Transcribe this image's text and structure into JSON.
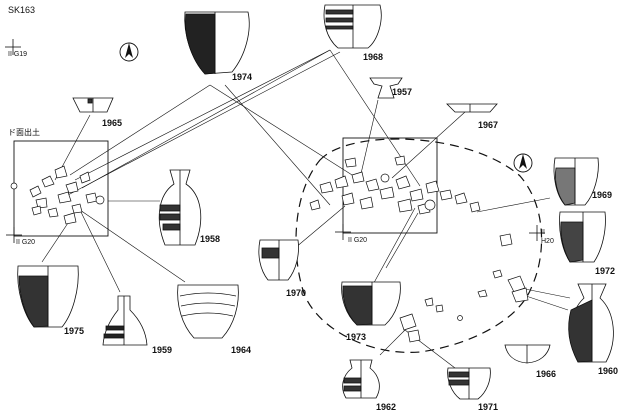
{
  "site_code": "SK163",
  "grid_labels": {
    "top_left": "II G19",
    "left_bottom": "II G20",
    "center": "II G20",
    "right_a": "II",
    "right_b": "H20"
  },
  "area_label": "ド面出土",
  "vessels": [
    {
      "id": "1974",
      "label": "1974"
    },
    {
      "id": "1968",
      "label": "1968"
    },
    {
      "id": "1957",
      "label": "1957"
    },
    {
      "id": "1967",
      "label": "1967"
    },
    {
      "id": "1965",
      "label": "1965"
    },
    {
      "id": "1958",
      "label": "1958"
    },
    {
      "id": "1969",
      "label": "1969"
    },
    {
      "id": "1972",
      "label": "1972"
    },
    {
      "id": "1970",
      "label": "1970"
    },
    {
      "id": "1975",
      "label": "1975"
    },
    {
      "id": "1959",
      "label": "1959"
    },
    {
      "id": "1964",
      "label": "1964"
    },
    {
      "id": "1973",
      "label": "1973"
    },
    {
      "id": "1966",
      "label": "1966"
    },
    {
      "id": "1960",
      "label": "1960"
    },
    {
      "id": "1962",
      "label": "1962"
    },
    {
      "id": "1971",
      "label": "1971"
    }
  ],
  "icons": [
    "north-arrow-icon",
    "north-arrow-icon"
  ]
}
